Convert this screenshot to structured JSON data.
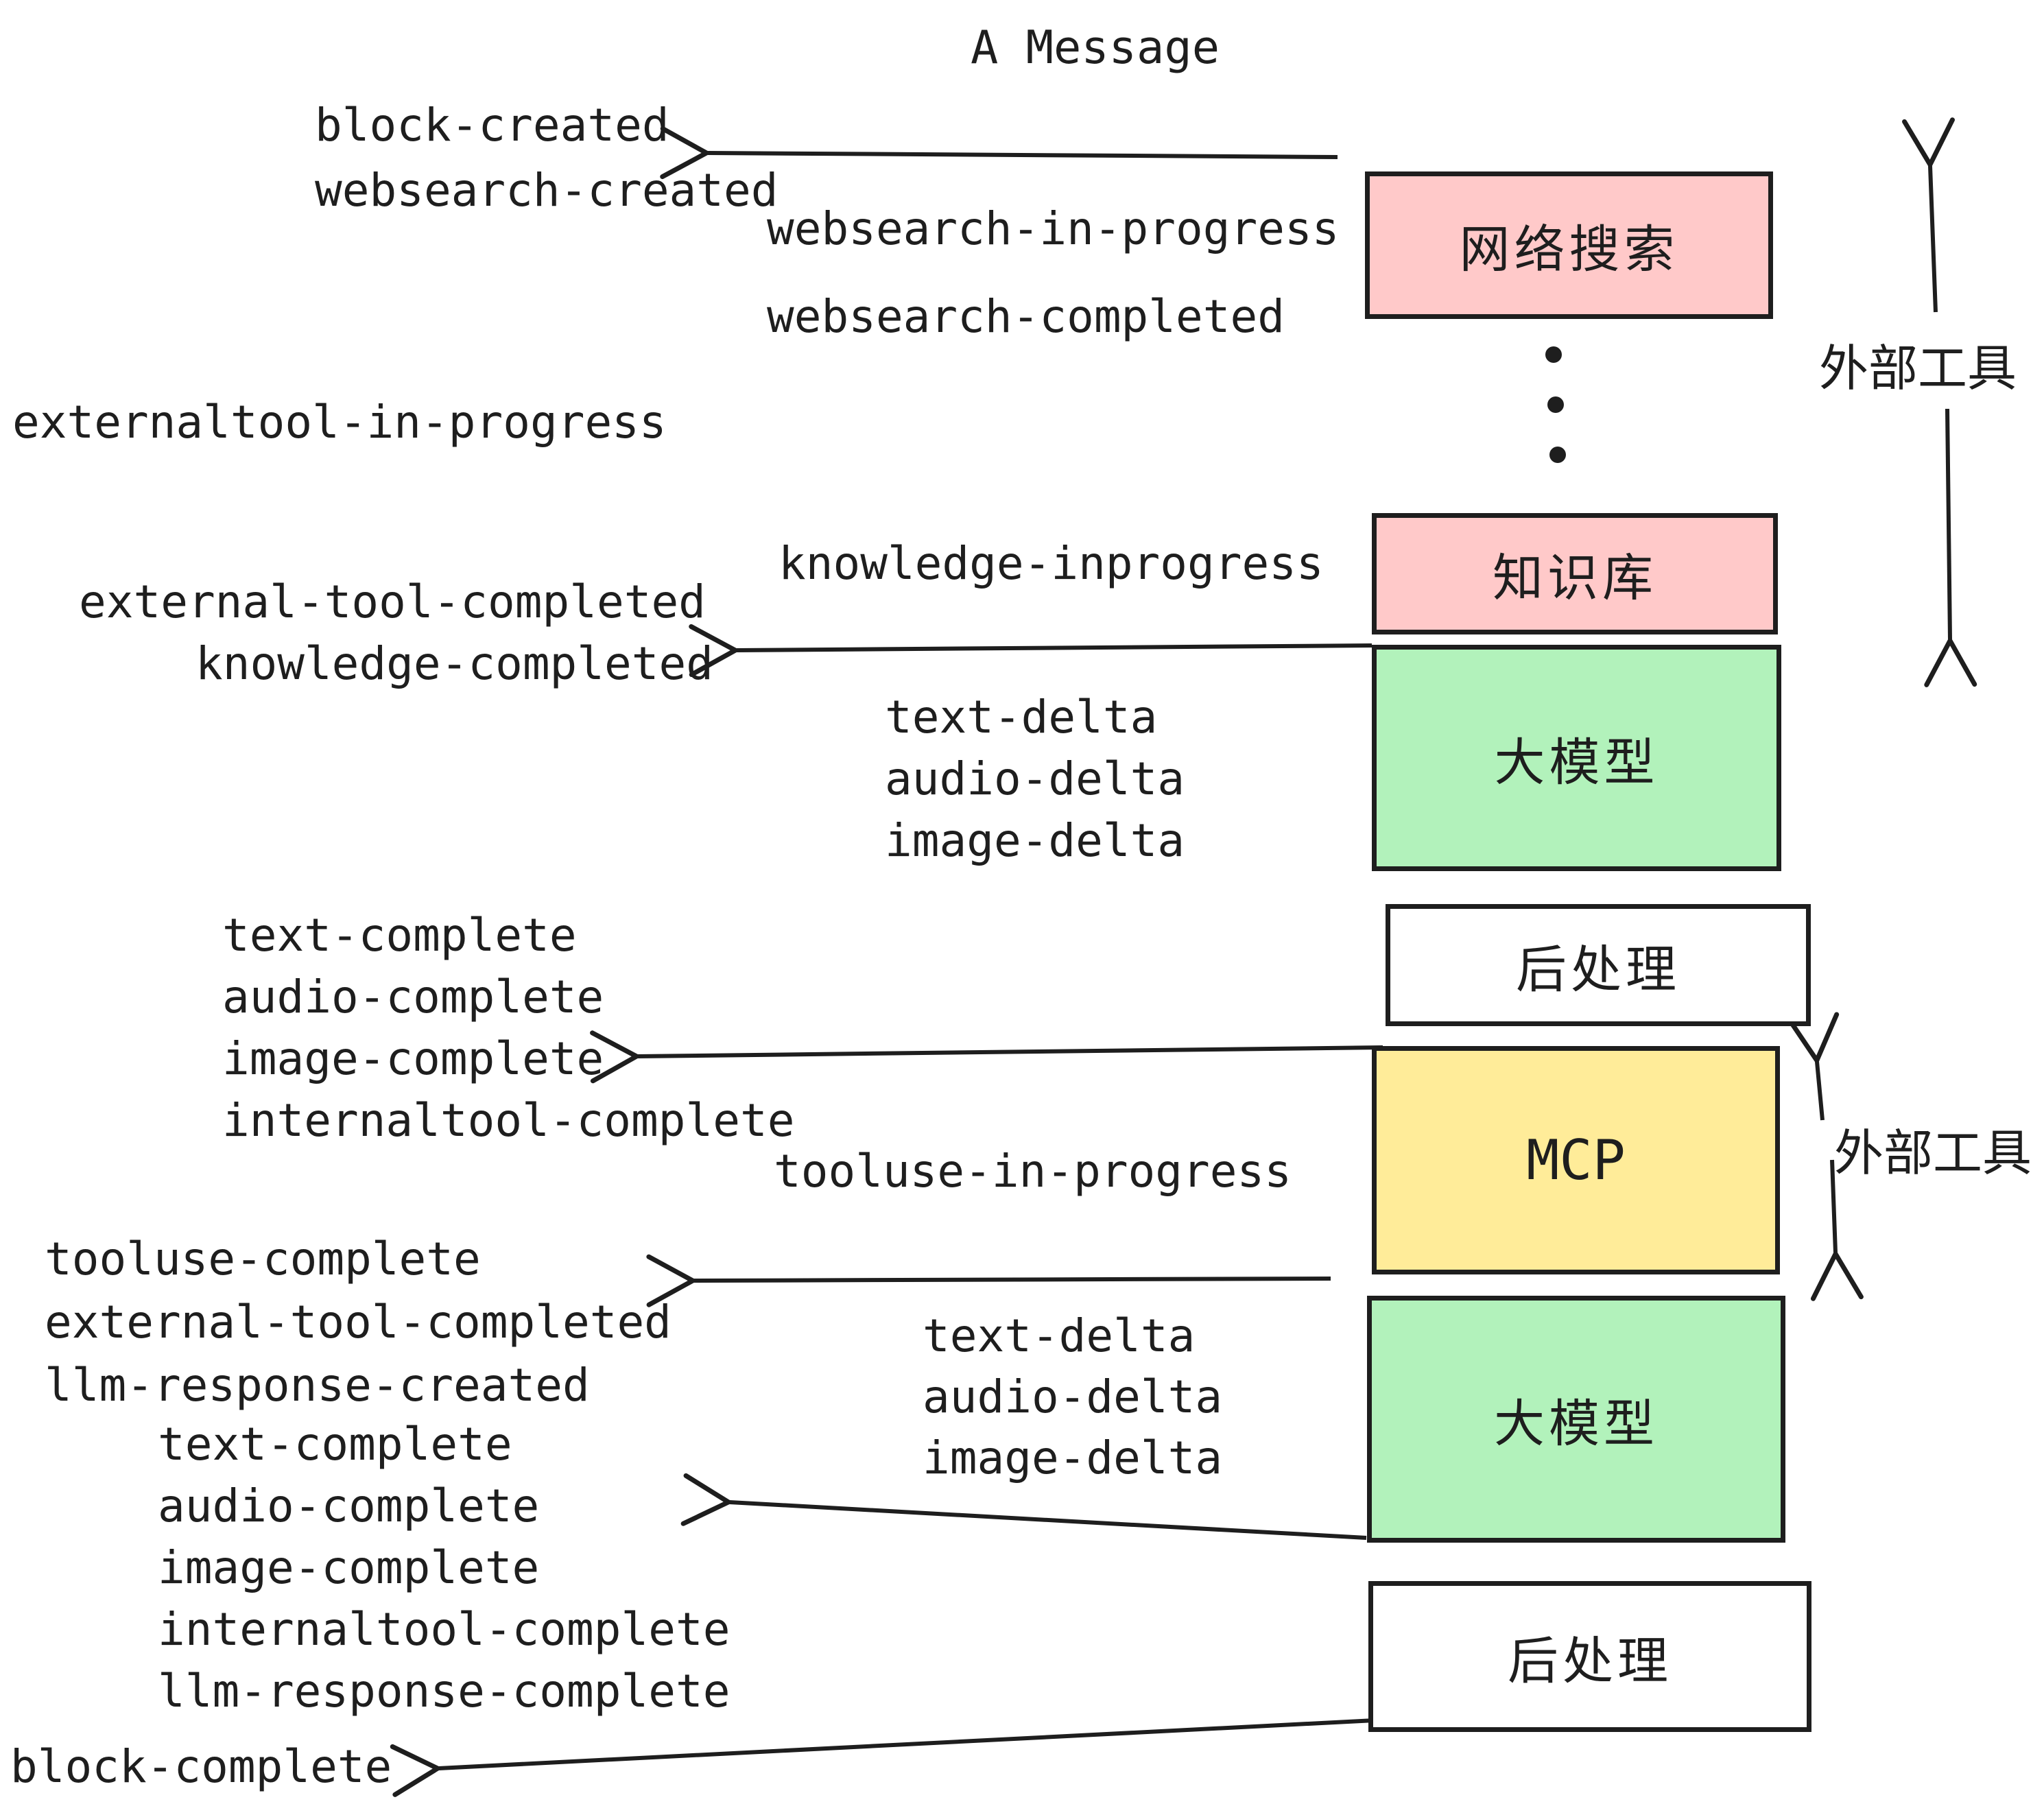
{
  "title": "A Message",
  "colors": {
    "background": "#ffffff",
    "stroke": "#1e1e1e",
    "text": "#1e1e1e",
    "pink": "#ffc9c9",
    "green": "#b2f2bb",
    "yellow": "#ffec99",
    "white": "#ffffff"
  },
  "events": {
    "block_created": "block-created",
    "websearch_created": "websearch-created",
    "websearch_in_progress": "websearch-in-progress",
    "websearch_completed": "websearch-completed",
    "externaltool_in_progress": "externaltool-in-progress",
    "knowledge_inprogress": "knowledge-inprogress",
    "external_tool_completed": "external-tool-completed",
    "knowledge_completed": "knowledge-completed",
    "text_delta": "text-delta",
    "audio_delta": "audio-delta",
    "image_delta": "image-delta",
    "text_complete": "text-complete",
    "audio_complete": "audio-complete",
    "image_complete": "image-complete",
    "internaltool_complete": "internaltool-complete",
    "tooluse_in_progress": "tooluse-in-progress",
    "tooluse_complete": "tooluse-complete",
    "llm_response_created": "llm-response-created",
    "llm_response_complete": "llm-response-complete",
    "block_complete": "block-complete"
  },
  "boxes": [
    {
      "label": "网络搜索",
      "fill": "pink"
    },
    {
      "label": "知识库",
      "fill": "pink"
    },
    {
      "label": "大模型",
      "fill": "green"
    },
    {
      "label": "后处理",
      "fill": "white"
    },
    {
      "label": "MCP",
      "fill": "yellow"
    },
    {
      "label": "大模型",
      "fill": "green"
    },
    {
      "label": "后处理",
      "fill": "white"
    }
  ],
  "side_label": "外部工具"
}
